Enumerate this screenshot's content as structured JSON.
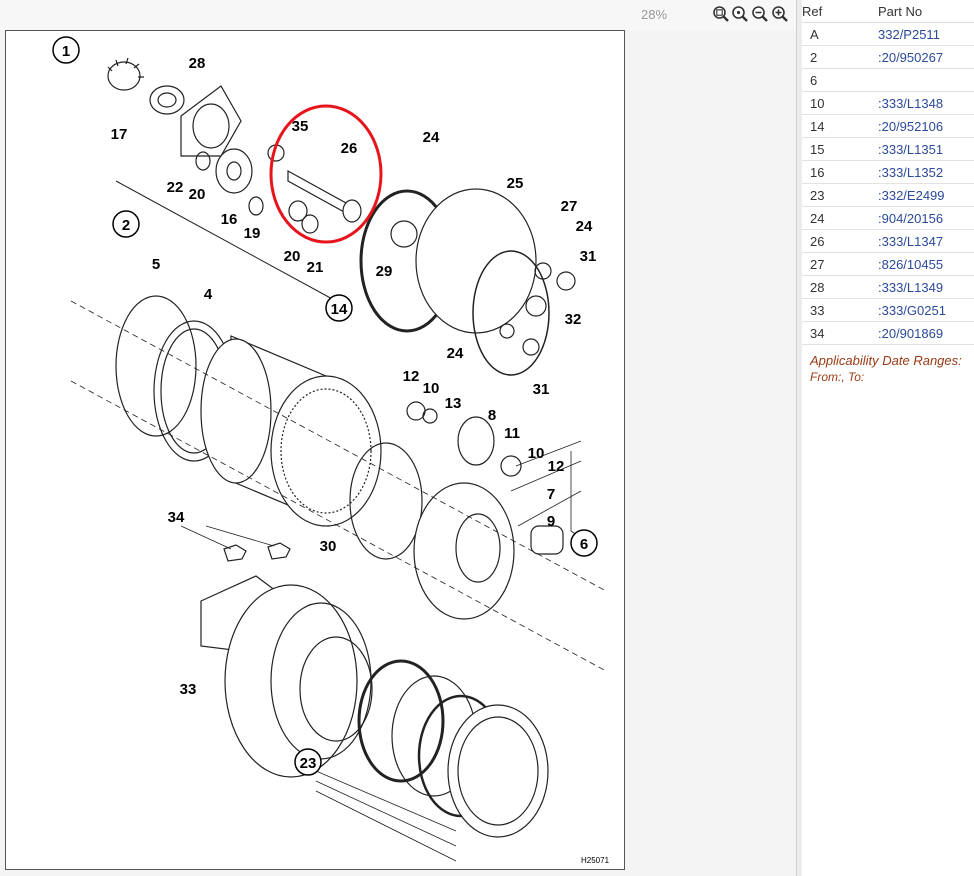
{
  "viewer": {
    "zoom_level": "28%",
    "zoom_buttons": [
      "zoom-fit-icon",
      "zoom-actual-icon",
      "zoom-out-icon",
      "zoom-in-icon"
    ],
    "drawing_id": "H25071",
    "highlight_color": "#e8141c",
    "callouts": {
      "c1": "1",
      "c2": "2",
      "c4": "4",
      "c5": "5",
      "c6": "6",
      "c7": "7",
      "c8": "8",
      "c9": "9",
      "c10a": "10",
      "c10b": "10",
      "c11": "11",
      "c12a": "12",
      "c12b": "12",
      "c13": "13",
      "c14": "14",
      "c16": "16",
      "c17": "17",
      "c19": "19",
      "c20a": "20",
      "c20b": "20",
      "c21": "21",
      "c22": "22",
      "c23": "23",
      "c24a": "24",
      "c24b": "24",
      "c24c": "24",
      "c25": "25",
      "c26": "26",
      "c27": "27",
      "c28": "28",
      "c29": "29",
      "c30": "30",
      "c31a": "31",
      "c31b": "31",
      "c32": "32",
      "c33": "33",
      "c34": "34",
      "c35": "35"
    }
  },
  "parts_table": {
    "headers": {
      "ref": "Ref",
      "part_no": "Part No"
    },
    "rows": [
      {
        "ref": "A",
        "part_no": "332/P2511"
      },
      {
        "ref": "2",
        "part_no": ":20/950267"
      },
      {
        "ref": "6",
        "part_no": ""
      },
      {
        "ref": "10",
        "part_no": ":333/L1348"
      },
      {
        "ref": "14",
        "part_no": ":20/952106"
      },
      {
        "ref": "15",
        "part_no": ":333/L1351"
      },
      {
        "ref": "16",
        "part_no": ":333/L1352"
      },
      {
        "ref": "23",
        "part_no": ":332/E2499"
      },
      {
        "ref": "24",
        "part_no": ":904/20156"
      },
      {
        "ref": "26",
        "part_no": ":333/L1347"
      },
      {
        "ref": "27",
        "part_no": ":826/10455"
      },
      {
        "ref": "28",
        "part_no": ":333/L1349"
      },
      {
        "ref": "33",
        "part_no": ":333/G0251"
      },
      {
        "ref": "34",
        "part_no": ":20/901869"
      }
    ],
    "applicability_title": "Applicability Date Ranges:",
    "applicability_range": "From:, To:"
  }
}
